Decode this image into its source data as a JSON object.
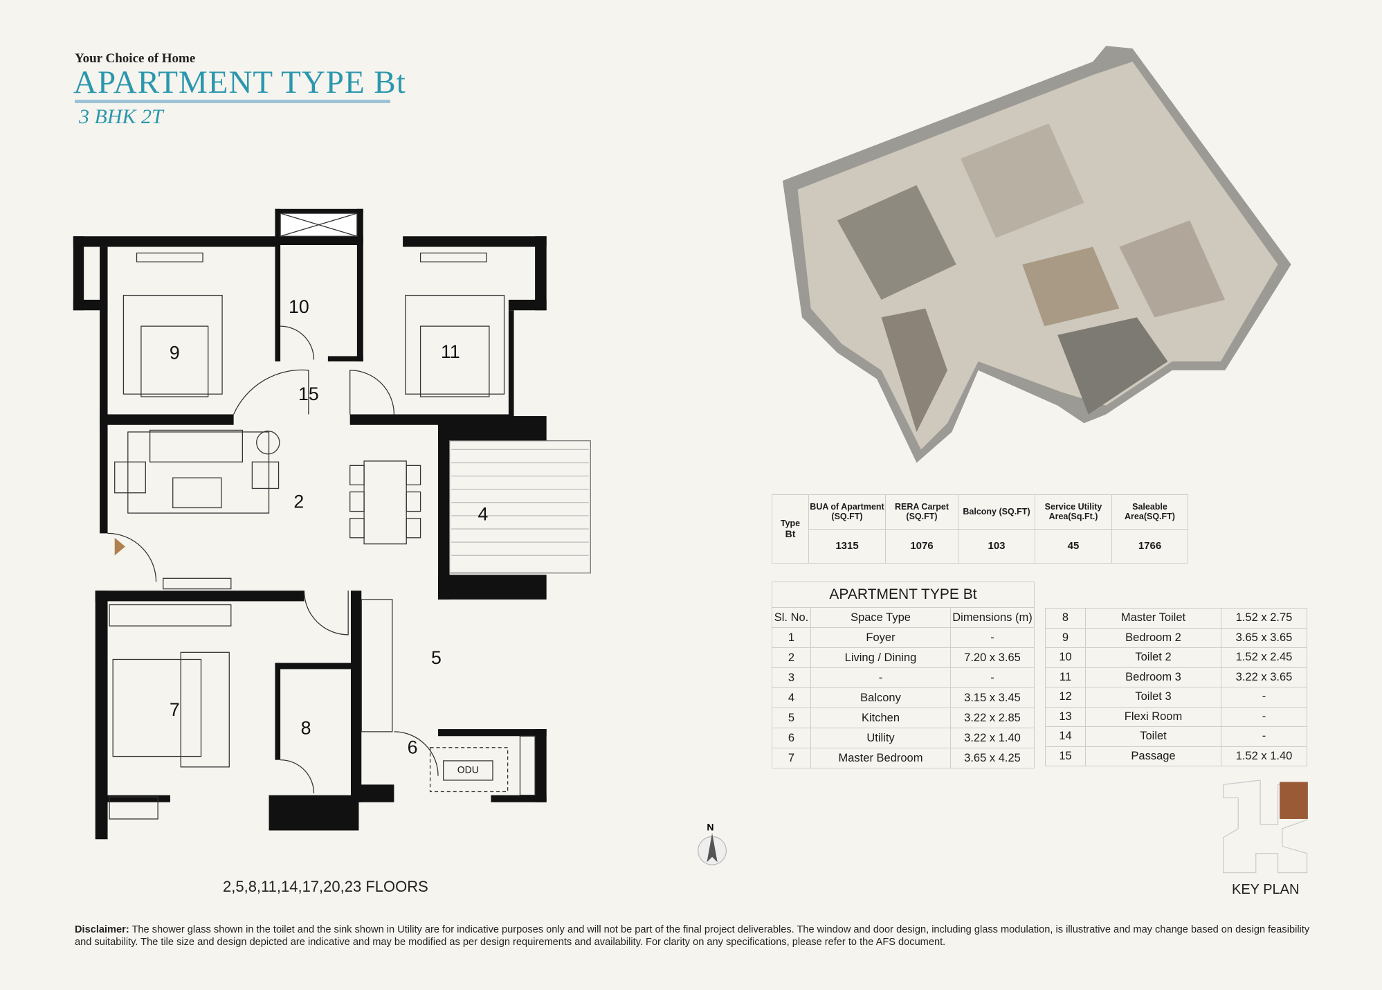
{
  "header": {
    "tagline": "Your Choice of Home",
    "title": "APARTMENT TYPE Bt",
    "subtitle": "3 BHK 2T"
  },
  "floor_plan": {
    "rooms": {
      "r9": "9",
      "r10": "10",
      "r11": "11",
      "r15": "15",
      "r2": "2",
      "r4": "4",
      "r5": "5",
      "r7": "7",
      "r8": "8",
      "r6": "6",
      "odu": "ODU"
    },
    "floors_label": "2,5,8,11,14,17,20,23 FLOORS"
  },
  "compass": {
    "label": "N"
  },
  "area_table": {
    "type_label": "Type",
    "type_value": "Bt",
    "headers": [
      "BUA of Apartment (SQ.FT)",
      "RERA Carpet (SQ.FT)",
      "Balcony (SQ.FT)",
      "Service Utility Area(Sq.Ft.)",
      "Saleable Area(SQ.FT)"
    ],
    "values": [
      "1315",
      "1076",
      "103",
      "45",
      "1766"
    ]
  },
  "space_table": {
    "caption": "APARTMENT TYPE Bt",
    "headers": [
      "Sl. No.",
      "Space Type",
      "Dimensions (m)"
    ],
    "rows": [
      [
        "1",
        "Foyer",
        "-"
      ],
      [
        "2",
        "Living / Dining",
        "7.20 x 3.65"
      ],
      [
        "3",
        "-",
        "-"
      ],
      [
        "4",
        "Balcony",
        "3.15 x 3.45"
      ],
      [
        "5",
        "Kitchen",
        "3.22 x 2.85"
      ],
      [
        "6",
        "Utility",
        "3.22 x 1.40"
      ],
      [
        "7",
        "Master Bedroom",
        "3.65 x 4.25"
      ]
    ],
    "rows2": [
      [
        "8",
        "Master Toilet",
        "1.52 x 2.75"
      ],
      [
        "9",
        "Bedroom 2",
        "3.65 x 3.65"
      ],
      [
        "10",
        "Toilet 2",
        "1.52 x 2.45"
      ],
      [
        "11",
        "Bedroom 3",
        "3.22 x 3.65"
      ],
      [
        "12",
        "Toilet 3",
        "-"
      ],
      [
        "13",
        "Flexi Room",
        "-"
      ],
      [
        "14",
        "Toilet",
        "-"
      ],
      [
        "15",
        "Passage",
        "1.52 x 1.40"
      ]
    ]
  },
  "key_plan": {
    "label": "KEY PLAN",
    "highlight_color": "#9a5a36"
  },
  "disclaimer": {
    "label": "Disclaimer:",
    "text": " The shower glass shown in the toilet and the sink shown in Utility are for indicative purposes only and will not be part of the final project deliverables. The window and door design, including glass modulation, is illustrative and may change based on design feasibility and suitability. The tile size and design depicted are indicative and may be modified as per design requirements and availability. For clarity on any specifications, please refer to the AFS document."
  },
  "colors": {
    "accent": "#2a97ad",
    "underline": "#9cc3d5",
    "background": "#f6f4ef"
  }
}
